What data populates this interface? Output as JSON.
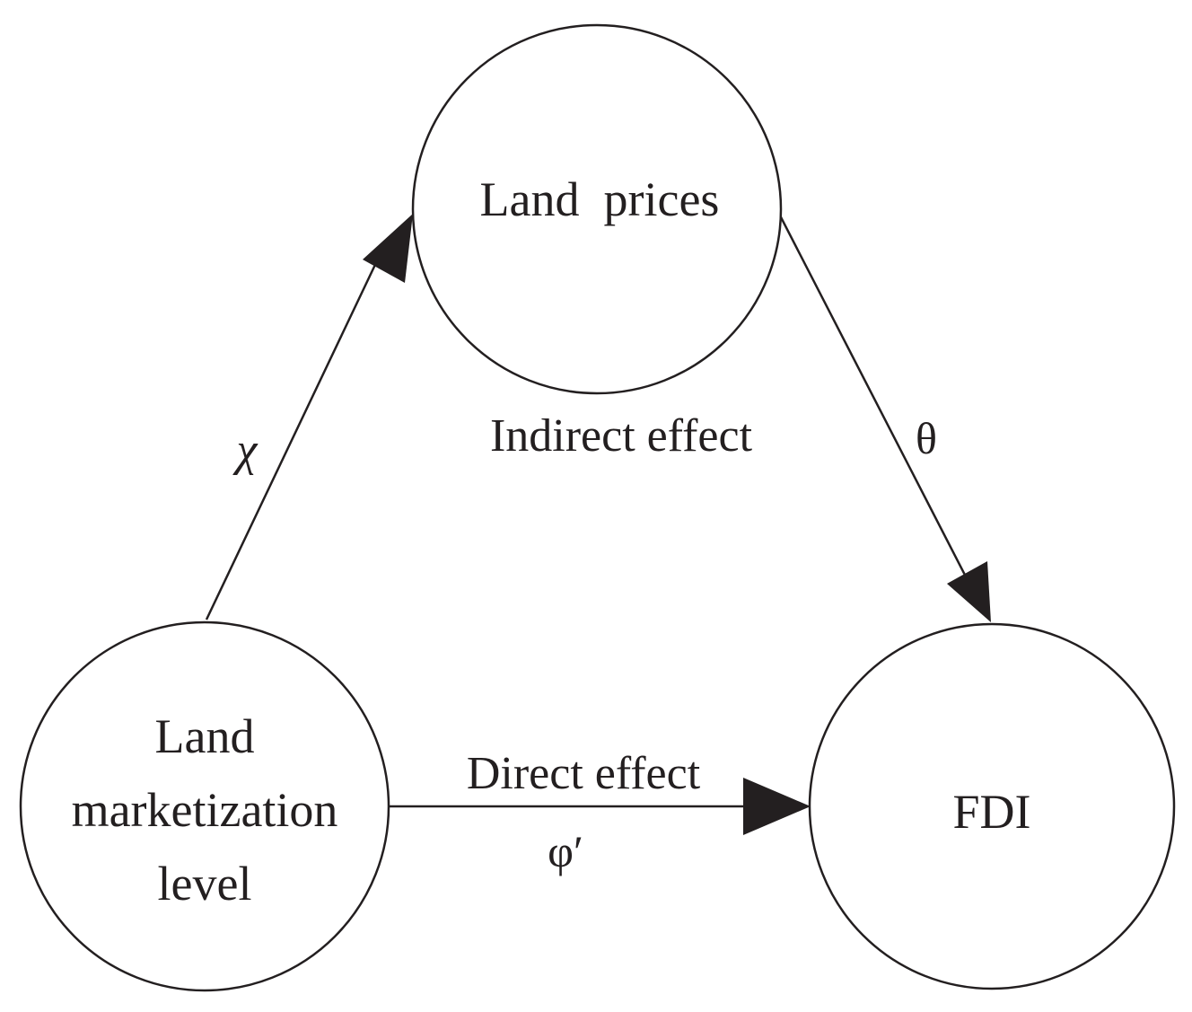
{
  "nodes": {
    "land_prices": {
      "label": "Land  prices"
    },
    "land_marketization": {
      "lines": [
        "Land",
        "marketization",
        "level"
      ]
    },
    "fdi": {
      "label": "FDI"
    }
  },
  "edges": {
    "market_to_prices": {
      "coefficient": "χ"
    },
    "prices_to_fdi": {
      "coefficient": "θ"
    },
    "market_to_fdi": {
      "label": "Direct effect",
      "coefficient": "φ′"
    }
  },
  "annotations": {
    "indirect_effect": "Indirect effect"
  },
  "colors": {
    "stroke": "#231f20",
    "background": "#ffffff"
  }
}
